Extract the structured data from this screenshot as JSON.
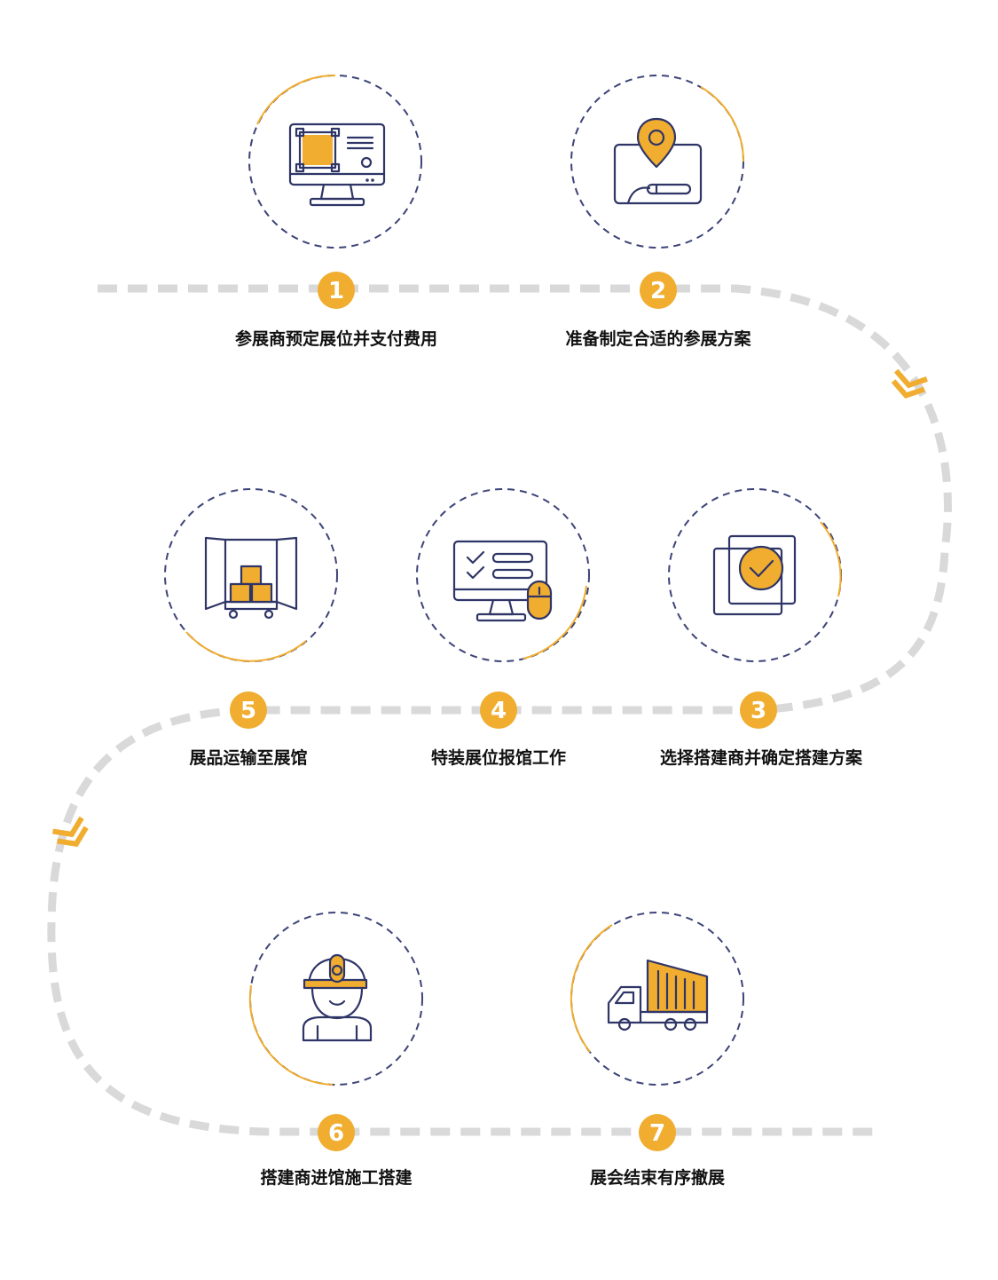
{
  "colors": {
    "accent": "#f0ad2f",
    "outline": "#2f3566",
    "path": "#d9d9d9",
    "text": "#111111"
  },
  "steps": [
    {
      "number": "1",
      "label": "参展商预定展位并支付费用",
      "icon": "monitor-design-icon"
    },
    {
      "number": "2",
      "label": "准备制定合适的参展方案",
      "icon": "map-pin-plan-icon"
    },
    {
      "number": "3",
      "label": "选择搭建商并确定搭建方案",
      "icon": "check-cards-icon"
    },
    {
      "number": "4",
      "label": "特装展位报馆工作",
      "icon": "monitor-checklist-icon"
    },
    {
      "number": "5",
      "label": "展品运输至展馆",
      "icon": "boxes-container-icon"
    },
    {
      "number": "6",
      "label": "搭建商进馆施工搭建",
      "icon": "worker-helmet-icon"
    },
    {
      "number": "7",
      "label": "展会结束有序撤展",
      "icon": "truck-icon"
    }
  ]
}
